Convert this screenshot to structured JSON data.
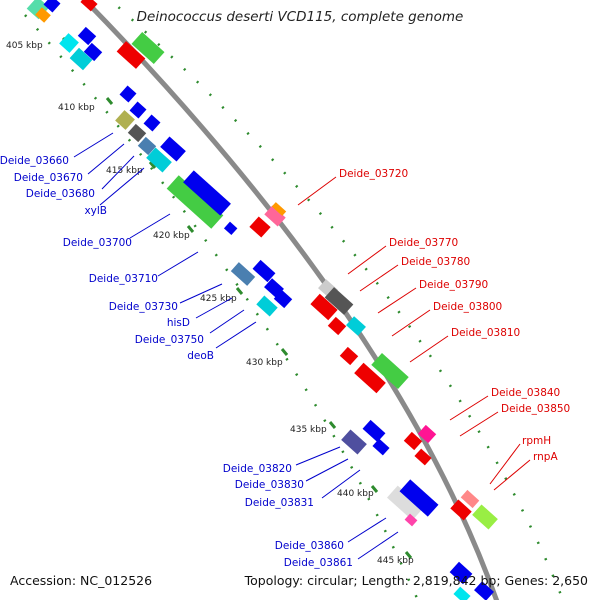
{
  "title": "Deinococcus deserti VCD115, complete genome",
  "footer": {
    "accession": "Accession: NC_012526",
    "summary": "Topology: circular; Length: 2,819,842 bp; Genes: 2,650"
  },
  "colors": {
    "backbone": "#8a8a8a",
    "tick": "#2e8b2e",
    "reverse_label": "#0000cc",
    "forward_label": "#dd0000"
  },
  "kbp_ticks": [
    "405 kbp",
    "410 kbp",
    "415 kbp",
    "420 kbp",
    "425 kbp",
    "430 kbp",
    "435 kbp",
    "440 kbp",
    "445 kbp"
  ],
  "reverse_strand_labels": [
    "Deide_03660",
    "Deide_03670",
    "Deide_03680",
    "xylB",
    "Deide_03700",
    "Deide_03710",
    "Deide_03730",
    "hisD",
    "Deide_03750",
    "deoB",
    "Deide_03820",
    "Deide_03830",
    "Deide_03831",
    "Deide_03860",
    "Deide_03861"
  ],
  "forward_strand_labels": [
    "Deide_03720",
    "Deide_03770",
    "Deide_03780",
    "Deide_03790",
    "Deide_03800",
    "Deide_03810",
    "Deide_03840",
    "Deide_03850",
    "rpmH",
    "rnpA"
  ]
}
